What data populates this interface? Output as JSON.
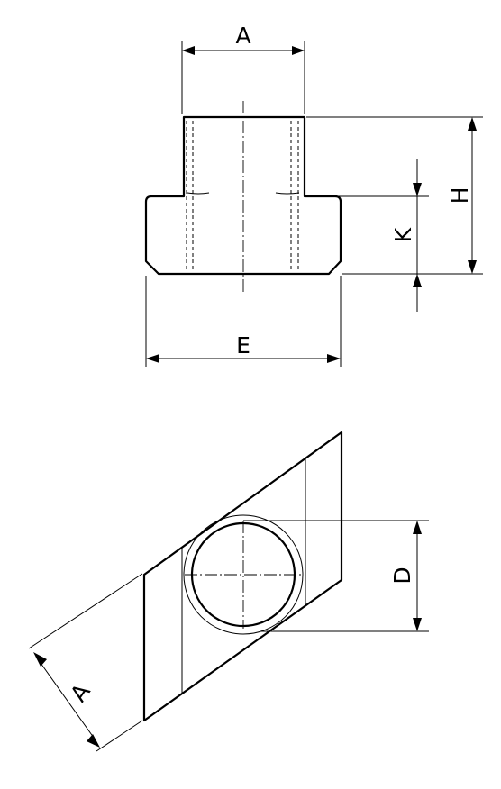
{
  "labels": {
    "top_width": "A",
    "height": "H",
    "flange_height": "K",
    "base_width": "E",
    "bore_diameter": "D",
    "slot_width": "A"
  },
  "colors": {
    "line": "#000000",
    "background": "#ffffff"
  }
}
